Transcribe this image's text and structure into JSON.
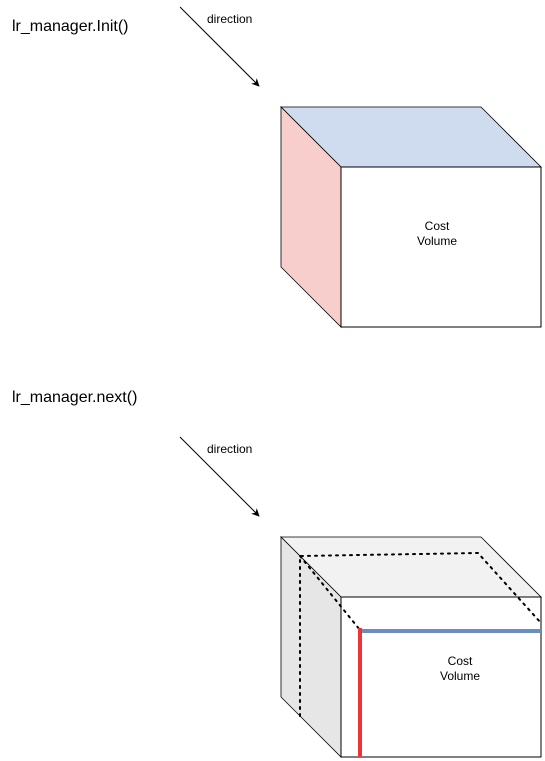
{
  "sections": [
    {
      "title": "lr_manager.Init()",
      "direction_label": "direction",
      "cube_label_line1": "Cost",
      "cube_label_line2": "Volume"
    },
    {
      "title": "lr_manager.next()",
      "direction_label": "direction",
      "cube_label_line1": "Cost",
      "cube_label_line2": "Volume"
    }
  ],
  "colors": {
    "top_face_init": "#cfdcf0",
    "side_face_init": "#f8cecc",
    "top_face_next": "#f2f2f2",
    "side_face_next": "#e6e6e6",
    "highlight_red": "#ea3437",
    "highlight_blue": "#6c8ebf",
    "line": "#000000"
  }
}
